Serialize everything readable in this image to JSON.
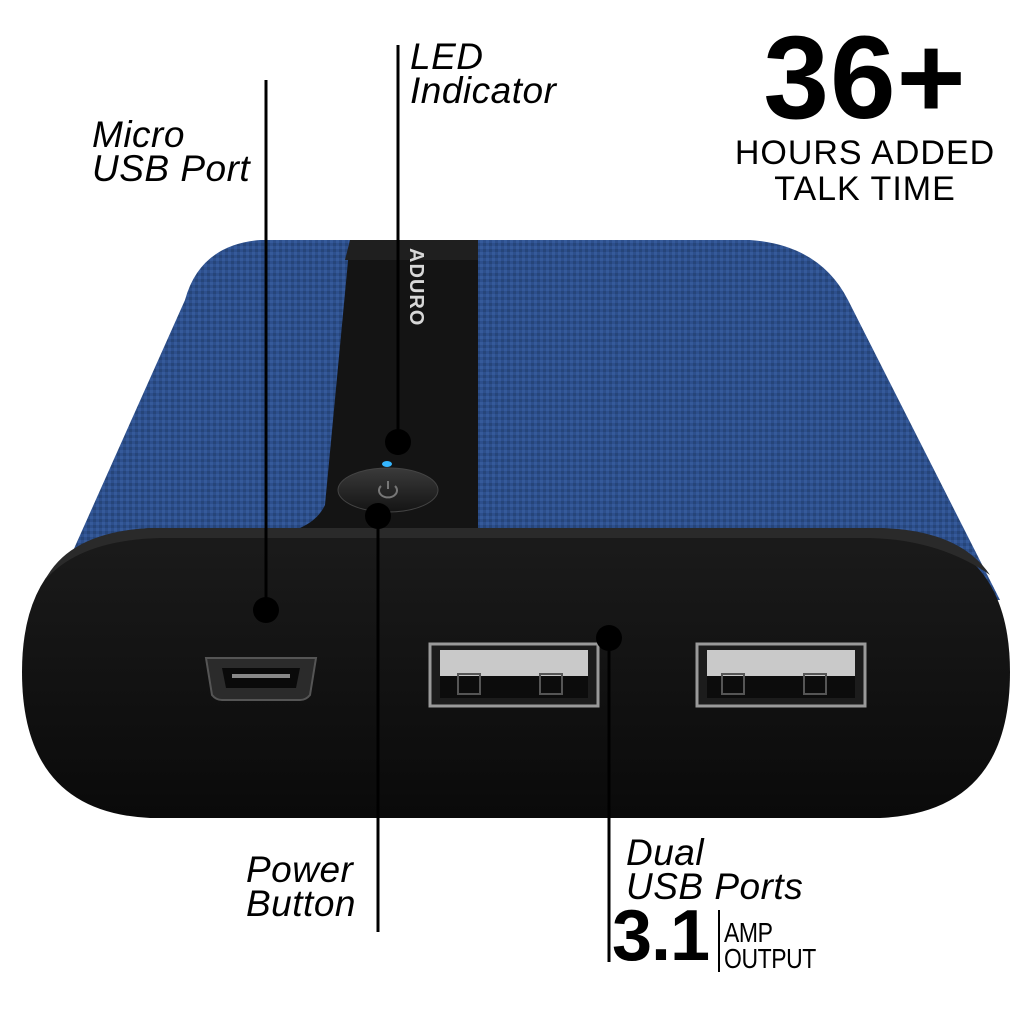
{
  "headline": {
    "number": "36+",
    "caption_line1": "HOURS ADDED",
    "caption_line2": "TALK TIME"
  },
  "callouts": {
    "micro_usb": {
      "line1": "Micro",
      "line2": "USB Port"
    },
    "led": {
      "line1": "LED",
      "line2": "Indicator"
    },
    "power": {
      "line1": "Power",
      "line2": "Button"
    },
    "dual_usb": {
      "line1": "Dual",
      "line2": "USB Ports"
    }
  },
  "output": {
    "number": "3.1",
    "caption_line1": "AMP",
    "caption_line2": "OUTPUT"
  },
  "product": {
    "brand_logo_text": "ADURO",
    "fabric_color": "#2d4f8c",
    "body_color": "#111111",
    "led_color": "#35b6ff"
  }
}
